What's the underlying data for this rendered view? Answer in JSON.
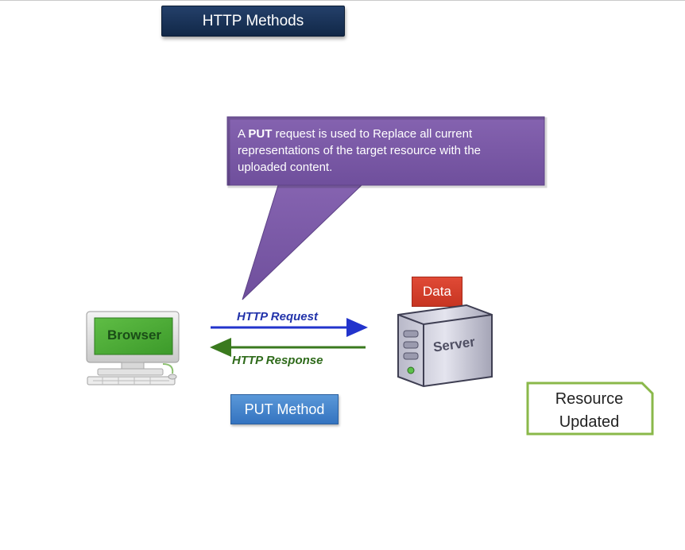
{
  "title": "HTTP Methods",
  "callout": {
    "prefix": "A ",
    "keyword": "PUT",
    "text": " request is used to Replace all current representations of the target resource with the uploaded content."
  },
  "browser": {
    "label": "Browser"
  },
  "server": {
    "label": "Server",
    "badge": "Data"
  },
  "arrows": {
    "request": "HTTP Request",
    "response": "HTTP Response"
  },
  "method": "PUT Method",
  "result": {
    "line1": "Resource",
    "line2": "Updated"
  },
  "colors": {
    "title_bg": "#1a3358",
    "callout_bg": "#7b5aa6",
    "data_badge": "#d9402c",
    "method_bg": "#4585cc",
    "result_border": "#8ab84a",
    "request_arrow": "#2233cc",
    "response_arrow": "#3a7a1e"
  }
}
